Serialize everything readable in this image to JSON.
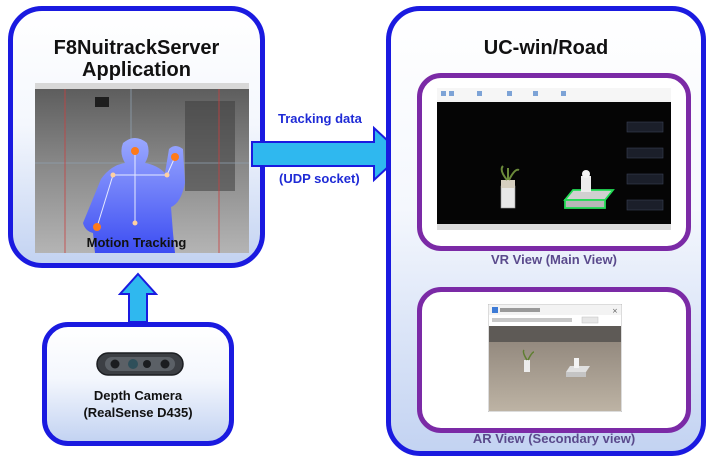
{
  "server_panel": {
    "title_line1": "F8NuitrackServer",
    "title_line2": "Application",
    "screenshot_caption": "Motion Tracking"
  },
  "arrow": {
    "label_top": "Tracking data",
    "label_bottom": "(UDP socket)"
  },
  "camera_panel": {
    "label_line1": "Depth Camera",
    "label_line2": "(RealSense D435)"
  },
  "ucwin_panel": {
    "title": "UC-win/Road",
    "vr_caption": "VR View (Main View)",
    "ar_caption": "AR View (Secondary view)"
  },
  "colors": {
    "panel_border": "#1a1ae0",
    "subview_border": "#7b2aa6",
    "arrow_fill": "#2fb8ef",
    "arrow_text": "#1f2bd6"
  }
}
